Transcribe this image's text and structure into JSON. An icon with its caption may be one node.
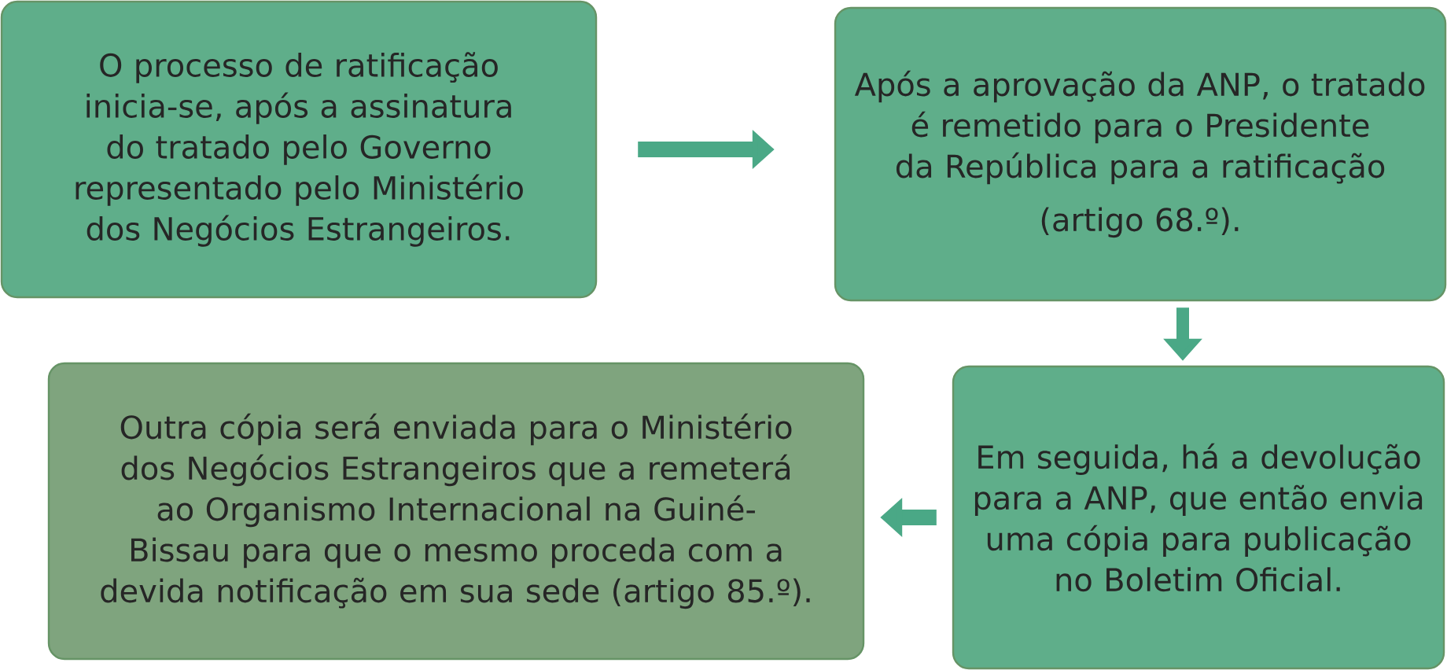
{
  "diagram": {
    "nodes": [
      {
        "text": [
          "O processo de ratificação inicia-se, após a assinatura do tratado pelo Governo representado pelo Ministério dos Negócios Estrangeiros."
        ]
      },
      {
        "text": [
          "Após a aprovação da ANP, o tratado é remetido para o Presidente da República para a ratificação",
          "(artigo 68.º)."
        ]
      },
      {
        "text": [
          "Em seguida, há a devolução para a ANP, que então envia uma cópia para publicação no Boletim Oficial."
        ]
      },
      {
        "text": [
          "Outra cópia será enviada para o Ministério dos Negócios Estrangeiros que a remeterá ao Organismo Internacional na Guiné-Bissau para que o mesmo proceda com a devida notificação em sua sede (artigo 85.º)."
        ]
      }
    ],
    "edges": [
      {
        "from": 0,
        "to": 1,
        "arrow": "to"
      },
      {
        "from": 1,
        "to": 2,
        "arrow": "to"
      },
      {
        "from": 2,
        "to": 3,
        "arrow": "to"
      }
    ]
  }
}
